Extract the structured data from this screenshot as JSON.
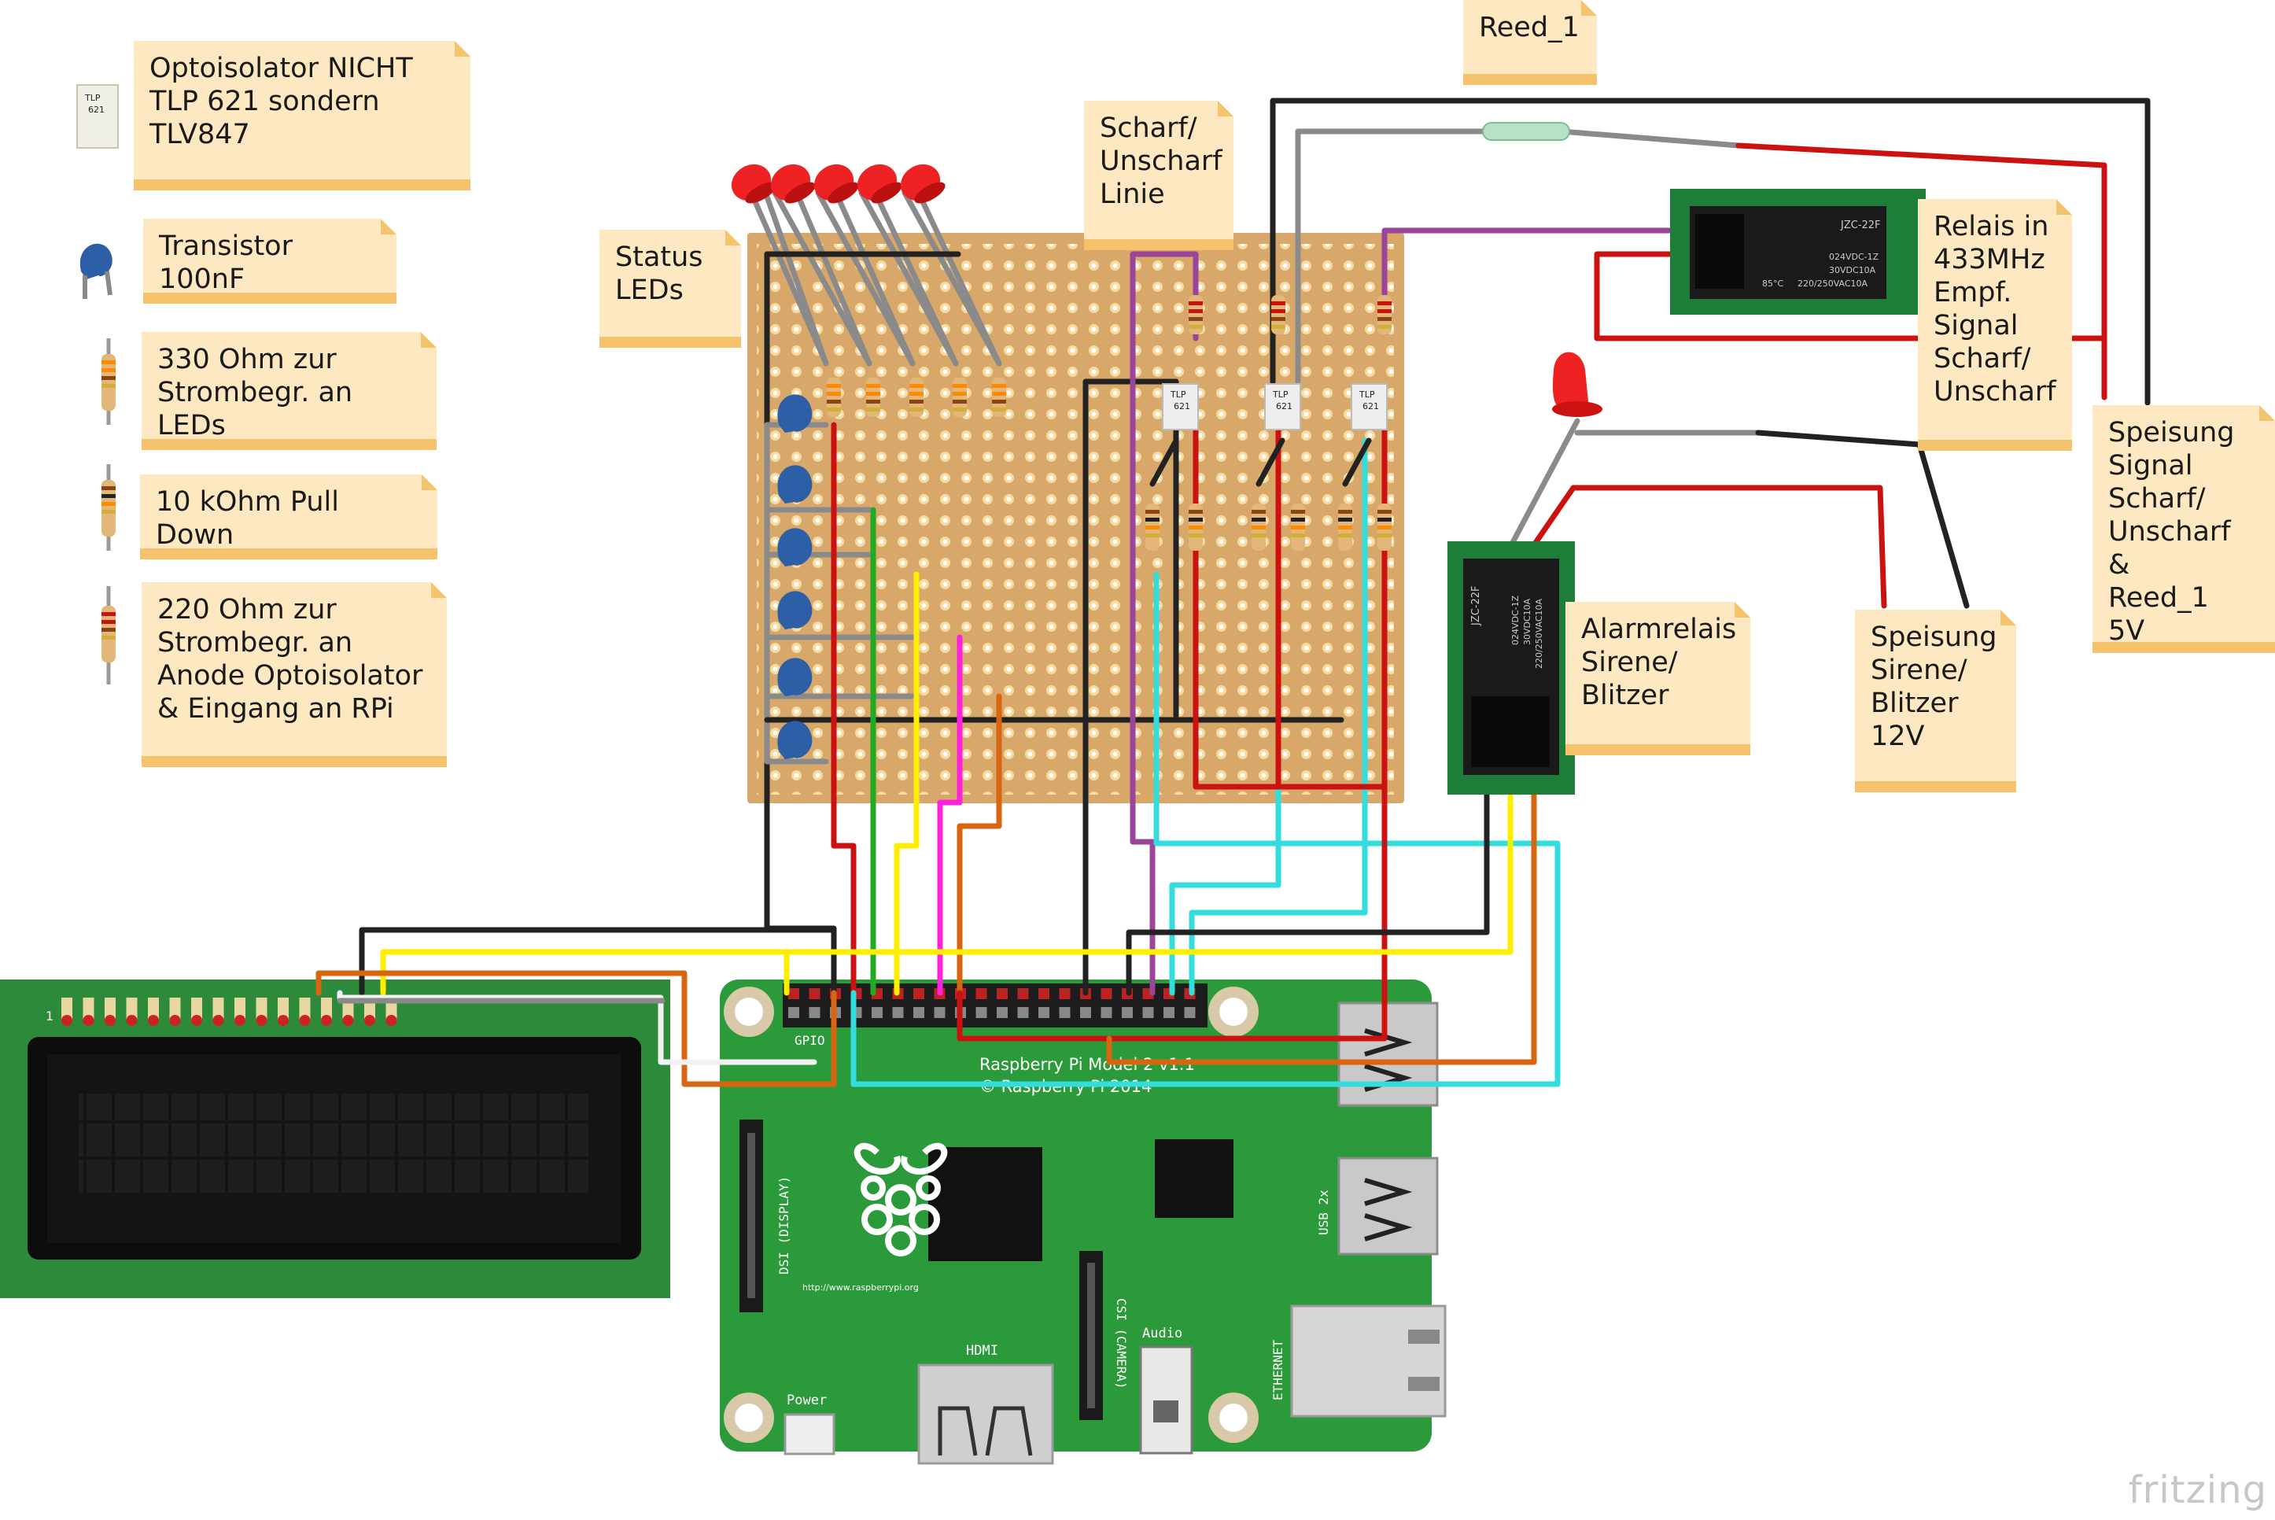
{
  "legend": {
    "optoisolator_text": "Optoisolator NICHT\nTLP 621 sondern\nTLV847",
    "transistor_text": "Transistor 100nF",
    "r330_text": "330 Ohm zur\nStrombegr. an LEDs",
    "r10k_text": "10 kOhm Pull Down",
    "r220_text": "220 Ohm zur\nStrombegr. an\nAnode Optoisolator\n& Eingang an RPi"
  },
  "notes": {
    "reed": "Reed_1",
    "status_leds": "Status\nLEDs",
    "scharf_linie": "Scharf/\nUnscharf\nLinie",
    "relais_433": "Relais in\n433MHz\nEmpf.\nSignal\nScharf/\nUnscharf",
    "speisung_signal": "Speisung\nSignal\nScharf/\nUnscharf &\nReed_1\n5V",
    "alarmrelais": "Alarmrelais\nSirene/\nBlitzer",
    "speisung_sirene": "Speisung\nSirene/\nBlitzer\n12V"
  },
  "components": {
    "optocoupler_label": "TLP",
    "optocoupler_label2": "621",
    "relay_model": "JZC-22F",
    "relay_rating1": "024VDC-1Z",
    "relay_rating2": "30VDC10A",
    "relay_rating3": "220/250VAC10A",
    "relay_temp": "85°C",
    "lcd_pin1": "1"
  },
  "rpi": {
    "model": "Raspberry Pi Model 2 v1.1",
    "copyright": "© Raspberry Pi 2014",
    "gpio": "GPIO",
    "dsi": "DSI (DISPLAY)",
    "csi": "CSI (CAMERA)",
    "audio": "Audio",
    "hdmi": "HDMI",
    "power": "Power",
    "usb": "USB 2x",
    "ethernet": "ETHERNET",
    "url": "http://www.raspberrypi.org"
  },
  "watermark": "fritzing",
  "colors": {
    "wire_black": "#222222",
    "wire_red": "#cc1111",
    "wire_green": "#22aa22",
    "wire_yellow": "#ffee00",
    "wire_orange": "#d8650f",
    "wire_cyan": "#33dddd",
    "wire_magenta": "#ff22dd",
    "wire_purple": "#9a449a",
    "wire_gray": "#8a8a8a",
    "wire_white": "#f2f2f2",
    "note_fill": "#fde8c2",
    "note_bar": "#f6c36c",
    "board_pcb": "#d8a86a",
    "rpi_green": "#2a9a3a",
    "lcd_green": "#2d8a3a"
  }
}
